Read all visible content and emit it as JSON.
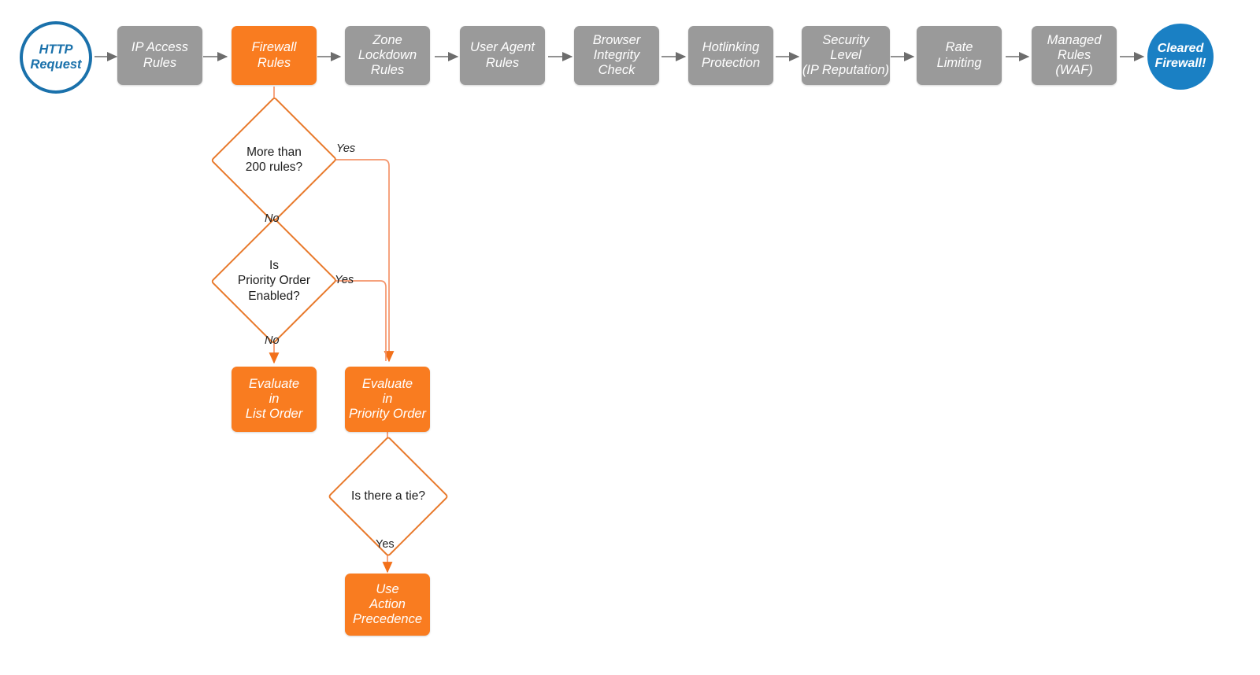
{
  "diagram": {
    "title": "Cloudflare Firewall Rules Evaluation Order",
    "colors": {
      "gray_node": "#9a9a9a",
      "orange_node": "#f97c20",
      "orange_outline": "#e8792b",
      "orange_edge": "#f4946a",
      "blue_start": "#1a71ab",
      "blue_end": "#1a80c4",
      "gray_edge": "#6d6d6d",
      "background": "#ffffff"
    }
  },
  "pipeline": {
    "start": {
      "label": "HTTP\nRequest"
    },
    "stages": [
      {
        "label": "IP Access\nRules"
      },
      {
        "label": "Firewall\nRules"
      },
      {
        "label": "Zone\nLockdown\nRules"
      },
      {
        "label": "User Agent\nRules"
      },
      {
        "label": "Browser\nIntegrity\nCheck"
      },
      {
        "label": "Hotlinking\nProtection"
      },
      {
        "label": "Security\nLevel\n(IP Reputation)"
      },
      {
        "label": "Rate\nLimiting"
      },
      {
        "label": "Managed\nRules\n(WAF)"
      }
    ],
    "end": {
      "label": "Cleared\nFirewall!"
    }
  },
  "branch": {
    "decisions": [
      {
        "label": "More than\n200 rules?"
      },
      {
        "label": "Is\nPriority Order\nEnabled?"
      },
      {
        "label": "Is there a tie?"
      }
    ],
    "outcomes": [
      {
        "label": "Evaluate\nin\nList Order"
      },
      {
        "label": "Evaluate\nin\nPriority Order"
      },
      {
        "label": "Use\nAction\nPrecedence"
      }
    ],
    "edge_labels": {
      "yes_more_than_200": "Yes",
      "no_more_than_200": "No",
      "yes_priority_order": "Yes",
      "no_priority_order": "No",
      "yes_tie": "Yes"
    }
  }
}
